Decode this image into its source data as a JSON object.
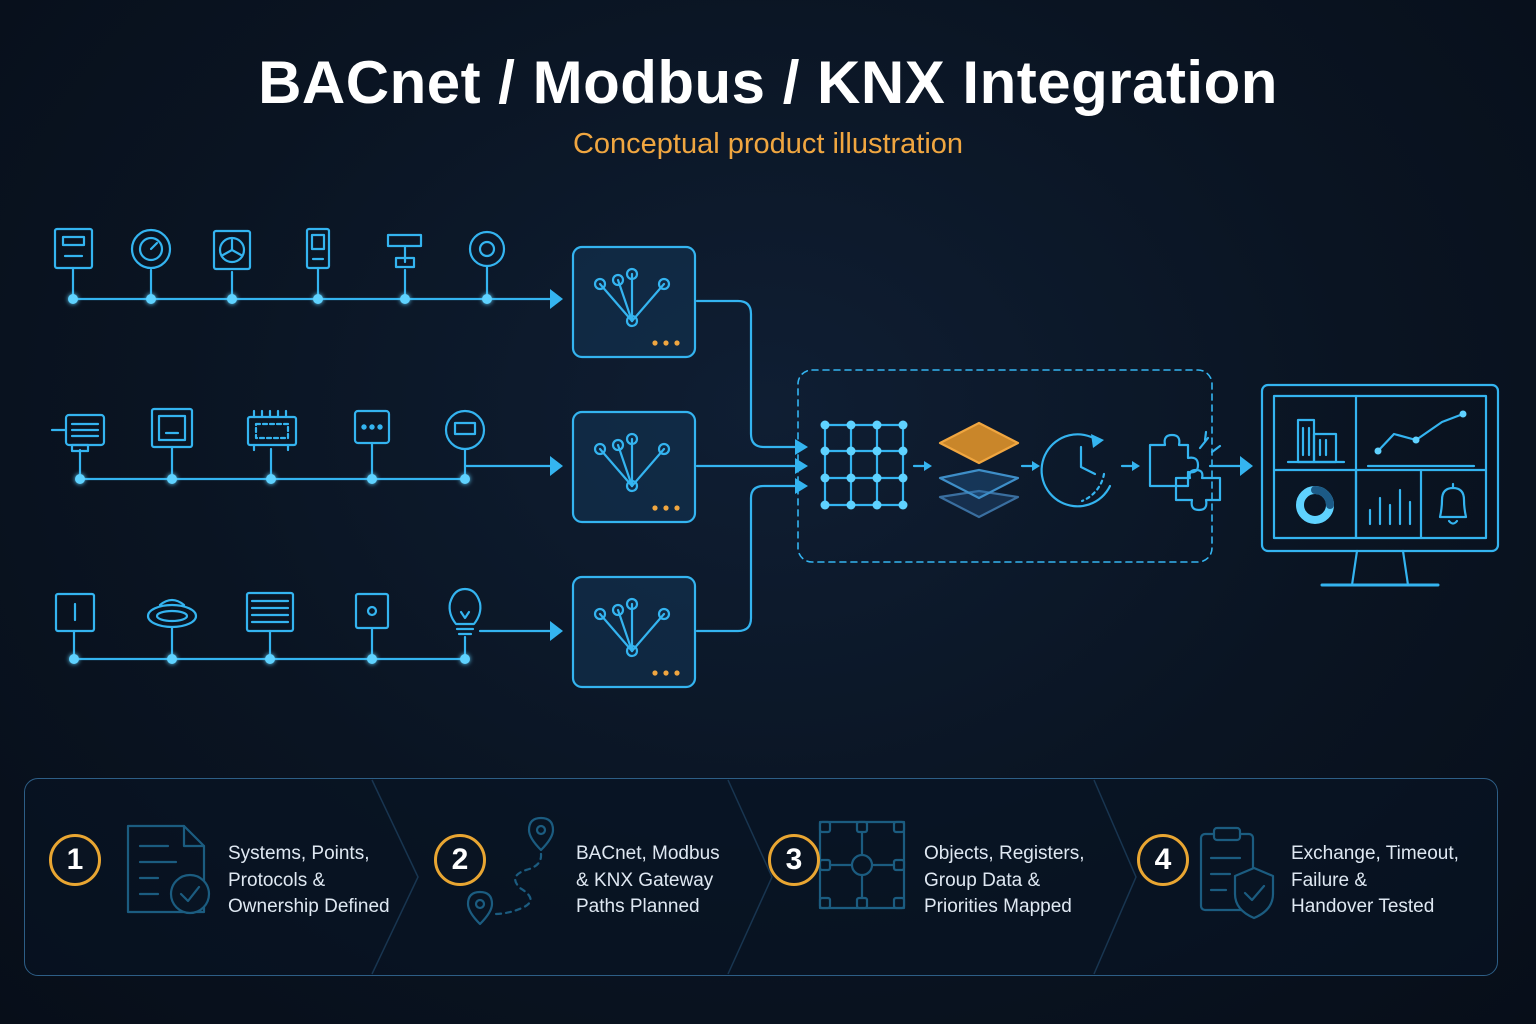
{
  "title": "BACnet / Modbus / KNX Integration",
  "subtitle": "Conceptual product illustration",
  "colors": {
    "background": "#0a1422",
    "line": "#34b4f0",
    "node": "#5fd2ff",
    "accent": "#f0a640",
    "panel_border": "#2d5e86"
  },
  "icons": {
    "row1_devices": [
      "controller-icon",
      "dial-gauge-icon",
      "fan-unit-icon",
      "thermostat-icon",
      "valve-actuator-icon",
      "sensor-icon"
    ],
    "row2_devices": [
      "motor-icon",
      "power-meter-icon",
      "plc-module-icon",
      "io-module-icon",
      "round-meter-icon"
    ],
    "row3_devices": [
      "wall-switch-icon",
      "ceiling-light-icon",
      "blind-icon",
      "wall-socket-icon",
      "light-bulb-icon"
    ],
    "gateways": [
      "gateway-network-icon",
      "gateway-network-icon",
      "gateway-network-icon"
    ],
    "processing": [
      "point-grid-icon",
      "data-layers-icon",
      "clock-timeout-icon",
      "puzzle-integration-icon"
    ],
    "dashboard": [
      "building-icon",
      "line-chart-icon",
      "donut-chart-icon",
      "bar-chart-icon",
      "bell-icon"
    ]
  },
  "steps": [
    {
      "number": "1",
      "icon": "document-check-icon",
      "lines": [
        "Systems, Points,",
        "Protocols &",
        "Ownership Defined"
      ]
    },
    {
      "number": "2",
      "icon": "route-map-icon",
      "lines": [
        "BACnet, Modbus",
        "& KNX Gateway",
        "Paths Planned"
      ]
    },
    {
      "number": "3",
      "icon": "node-grid-icon",
      "lines": [
        "Objects, Registers,",
        "Group Data &",
        "Priorities Mapped"
      ]
    },
    {
      "number": "4",
      "icon": "clipboard-shield-icon",
      "lines": [
        "Exchange, Timeout,",
        "Failure &",
        "Handover Tested"
      ]
    }
  ]
}
